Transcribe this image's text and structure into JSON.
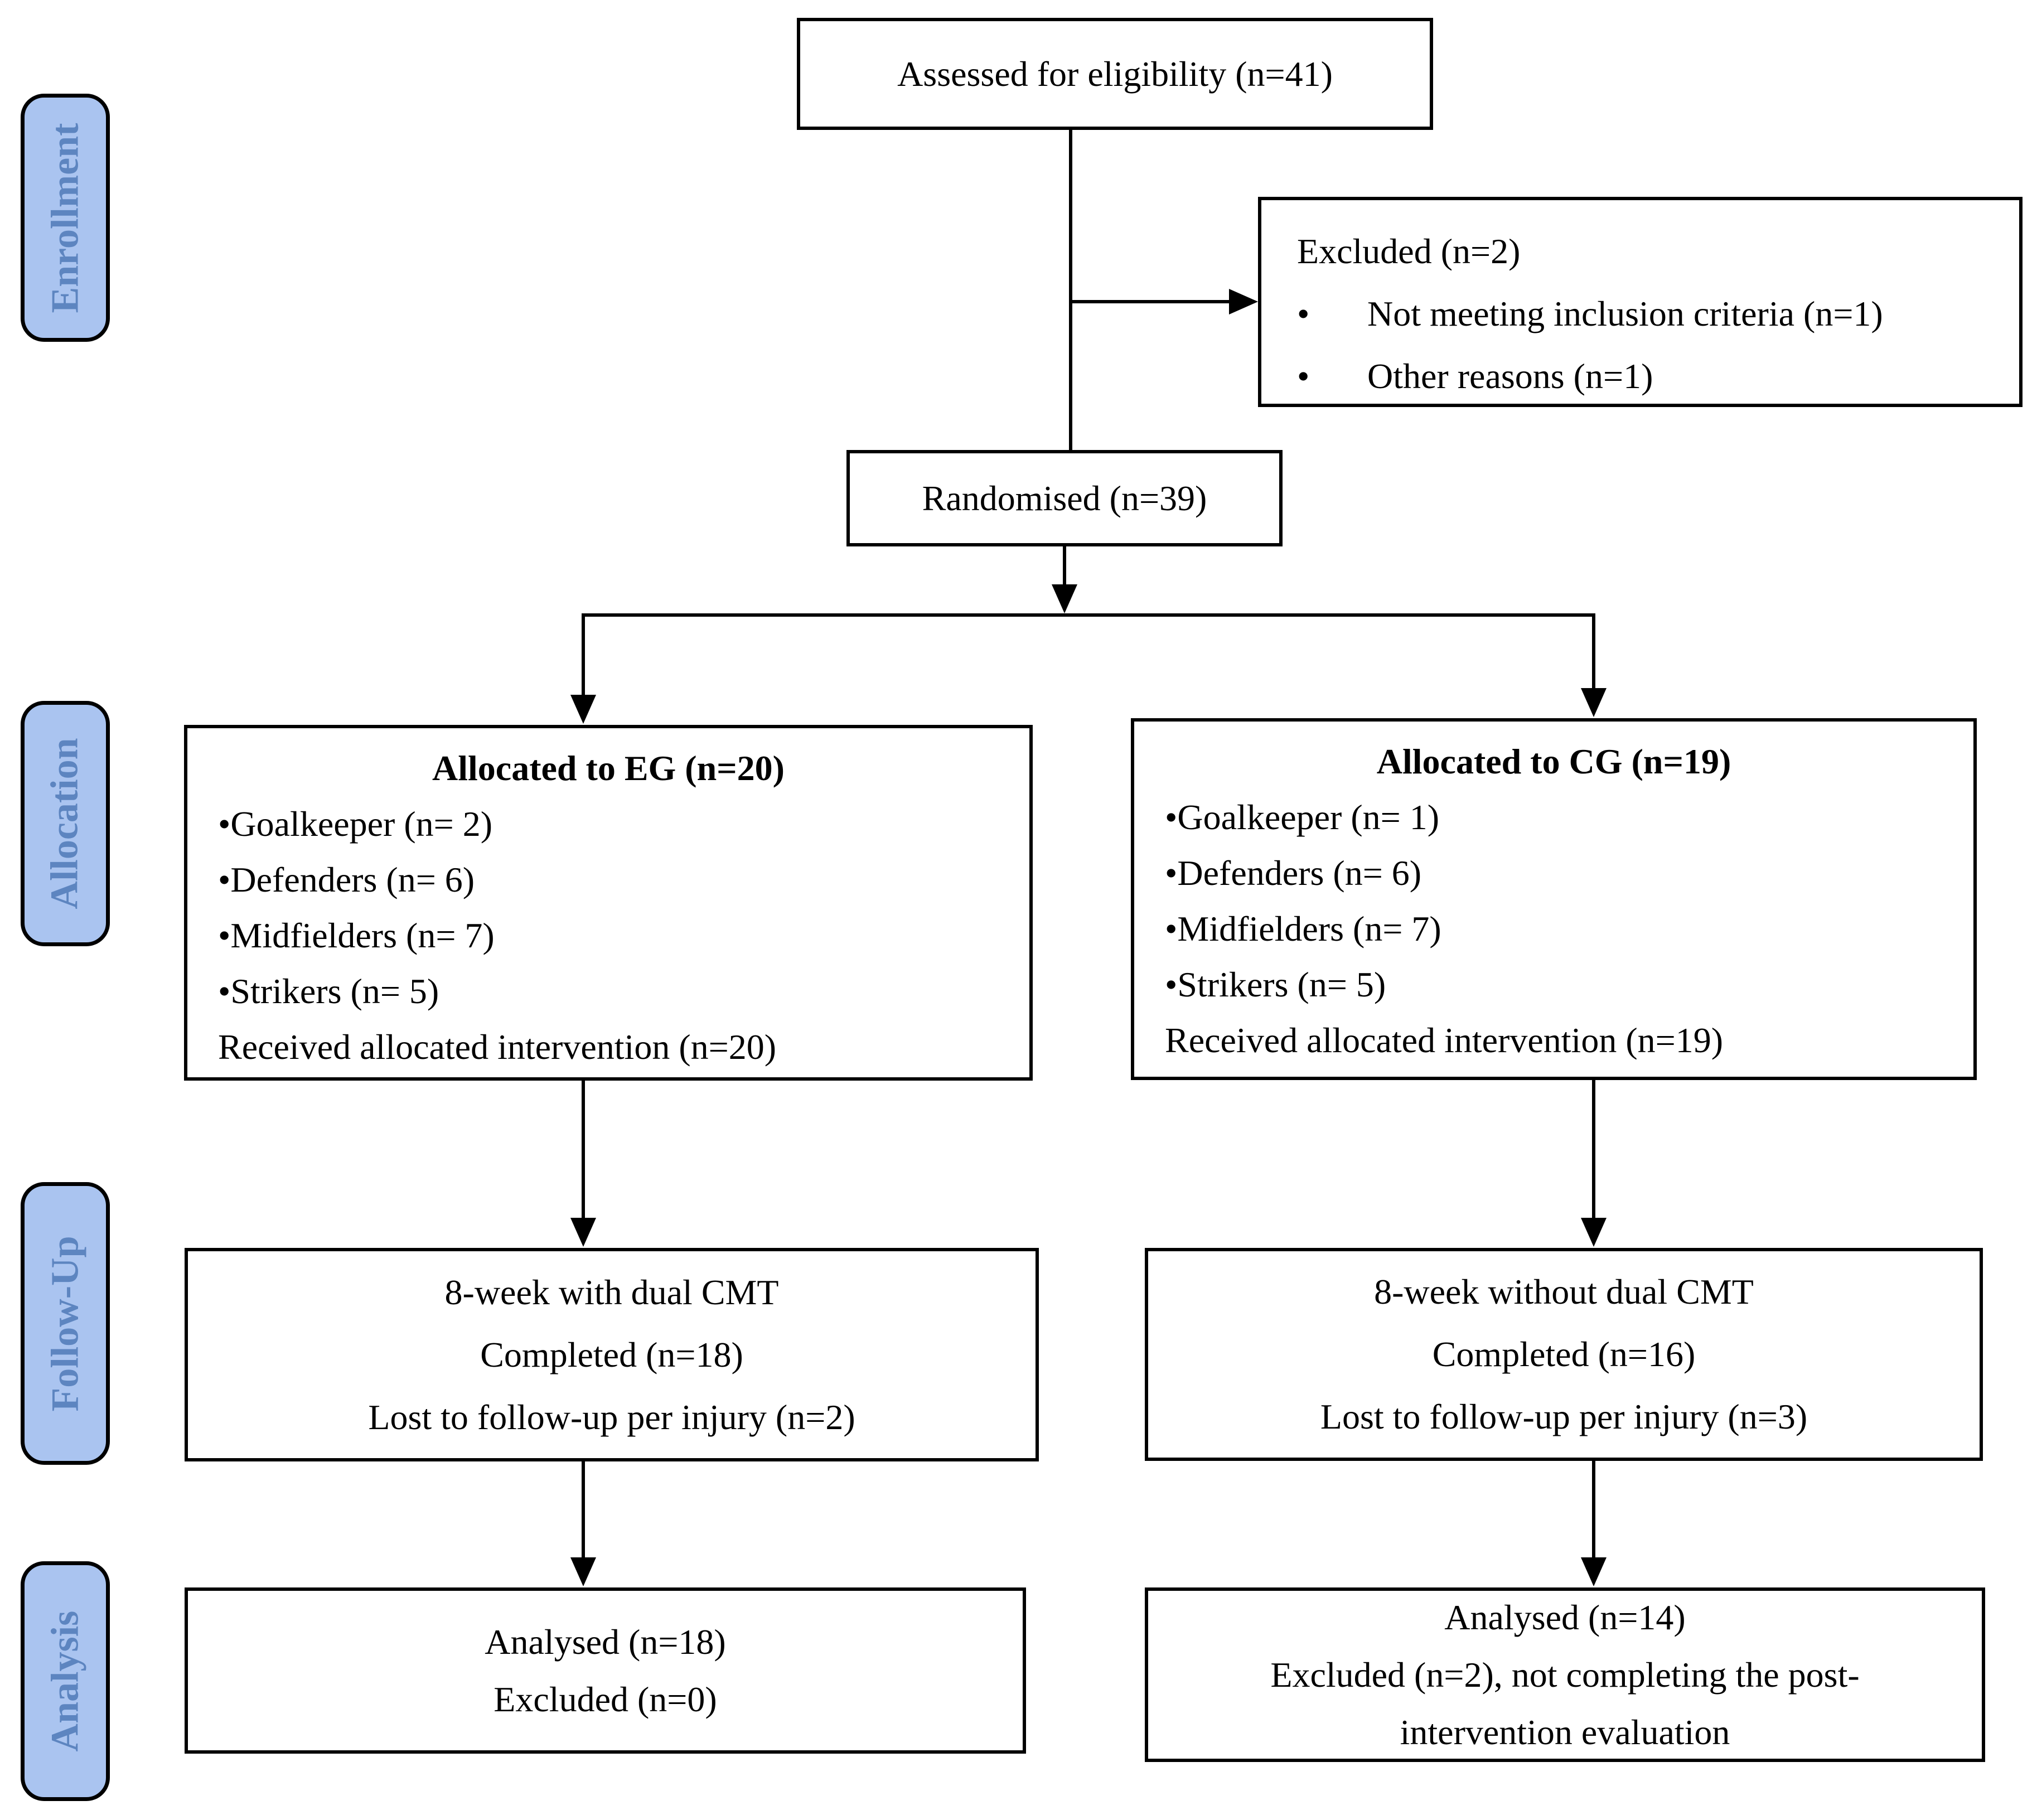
{
  "glyphs": {
    "bullet": "•"
  },
  "colors": {
    "stage_fill": "#aac4f0",
    "stage_text": "#5d85c0",
    "box_border": "#000000",
    "line": "#000000",
    "background": "#ffffff"
  },
  "stages": [
    {
      "label": "Enrollment"
    },
    {
      "label": "Allocation"
    },
    {
      "label": "Follow-Up"
    },
    {
      "label": "Analysis"
    }
  ],
  "boxes": {
    "assessed": {
      "text": "Assessed for eligibility (n=41)"
    },
    "excluded": {
      "title": "Excluded (n=2)",
      "bullets": [
        "Not meeting inclusion criteria (n=1)",
        "Other reasons (n=1)"
      ]
    },
    "randomised": {
      "text": "Randomised (n=39)"
    },
    "eg_allocation": {
      "title": "Allocated to EG (n=20)",
      "bullets": [
        "Goalkeeper (n= 2)",
        "Defenders (n= 6)",
        "Midfielders (n= 7)",
        "Strikers (n= 5)"
      ],
      "footer": "Received allocated intervention (n=20)"
    },
    "cg_allocation": {
      "title": "Allocated to CG (n=19)",
      "bullets": [
        "Goalkeeper (n= 1)",
        "Defenders (n= 6)",
        "Midfielders (n= 7)",
        "Strikers (n= 5)"
      ],
      "footer": "Received allocated intervention (n=19)"
    },
    "eg_followup": {
      "lines": [
        "8-week with dual CMT",
        "Completed (n=18)",
        "Lost to follow-up per injury (n=2)"
      ]
    },
    "cg_followup": {
      "lines": [
        "8-week without dual CMT",
        "Completed (n=16)",
        "Lost to follow-up per injury (n=3)"
      ]
    },
    "eg_analysis": {
      "lines": [
        "Analysed (n=18)",
        "Excluded (n=0)"
      ]
    },
    "cg_analysis": {
      "lines": [
        "Analysed (n=14)",
        "Excluded (n=2), not completing the post-",
        "intervention evaluation"
      ]
    }
  }
}
